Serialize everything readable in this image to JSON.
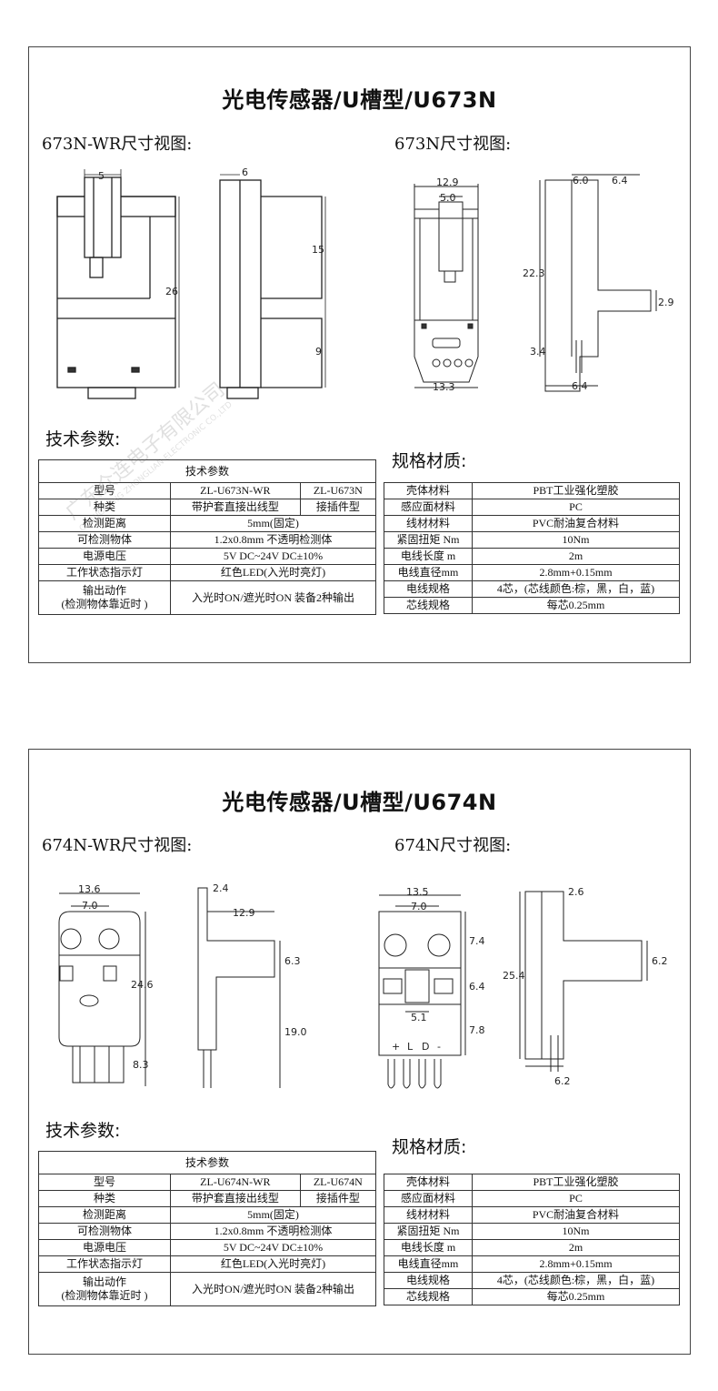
{
  "sections": [
    {
      "title": "光电传感器/U槽型/U673N",
      "left_view_label": "673N-WR尺寸视图:",
      "right_view_label": "673N尺寸视图:",
      "tech_heading": "技术参数:",
      "mat_heading": "规格材质:",
      "dims_left": [
        "5",
        "6",
        "26",
        "15",
        "9"
      ],
      "dims_right": [
        "12.9",
        "5.0",
        "22.3",
        "13.3",
        "6.0",
        "6.4",
        "2.9",
        "3.4",
        "6.4"
      ],
      "tech_table": {
        "caption": "技术参数",
        "rows": [
          [
            "型号",
            "ZL-U673N-WR",
            "ZL-U673N"
          ],
          [
            "种类",
            "带护套直接出线型",
            "接插件型"
          ],
          [
            "检测距离",
            "5mm(固定)"
          ],
          [
            "可检测物体",
            "1.2x0.8mm  不透明检测体"
          ],
          [
            "电源电压",
            "5V DC~24V DC±10%"
          ],
          [
            "工作状态指示灯",
            "红色LED(入光时亮灯)"
          ],
          [
            "输出动作\n(检测物体靠近时 )",
            "入光时ON/遮光时ON  装备2种输出"
          ]
        ]
      },
      "mat_table": [
        [
          "壳体材料",
          "PBT工业强化塑胶"
        ],
        [
          "感应面材料",
          "PC"
        ],
        [
          "线材材料",
          "PVC耐油复合材料"
        ],
        [
          "紧固扭矩  Nm",
          "10Nm"
        ],
        [
          "电线长度  m",
          "2m"
        ],
        [
          "电线直径mm",
          "2.8mm+0.15mm"
        ],
        [
          "电线规格",
          "4芯，(芯线颜色:棕，黑，白，蓝)"
        ],
        [
          "芯线规格",
          "每芯0.25mm"
        ]
      ]
    },
    {
      "title": "光电传感器/U槽型/U674N",
      "left_view_label": "674N-WR尺寸视图:",
      "right_view_label": "674N尺寸视图:",
      "tech_heading": "技术参数:",
      "mat_heading": "规格材质:",
      "dims_left": [
        "13.6",
        "7.0",
        "24.6",
        "8.3",
        "2.4",
        "12.9",
        "6.3",
        "19.0"
      ],
      "dims_right": [
        "13.5",
        "7.0",
        "7.4",
        "6.4",
        "5.1",
        "7.8",
        "25.4",
        "2.6",
        "6.2",
        "6.2"
      ],
      "pin_labels": [
        "+",
        "L",
        "D",
        "-"
      ],
      "tech_table": {
        "caption": "技术参数",
        "rows": [
          [
            "型号",
            "ZL-U674N-WR",
            "ZL-U674N"
          ],
          [
            "种类",
            "带护套直接出线型",
            "接插件型"
          ],
          [
            "检测距离",
            "5mm(固定)"
          ],
          [
            "可检测物体",
            "1.2x0.8mm  不透明检测体"
          ],
          [
            "电源电压",
            "5V DC~24V DC±10%"
          ],
          [
            "工作状态指示灯",
            "红色LED(入光时亮灯)"
          ],
          [
            "输出动作\n(检测物体靠近时 )",
            "入光时ON/遮光时ON  装备2种输出"
          ]
        ]
      },
      "mat_table": [
        [
          "壳体材料",
          "PBT工业强化塑胶"
        ],
        [
          "感应面材料",
          "PC"
        ],
        [
          "线材材料",
          "PVC耐油复合材料"
        ],
        [
          "紧固扭矩  Nm",
          "10Nm"
        ],
        [
          "电线长度  m",
          "2m"
        ],
        [
          "电线直径mm",
          "2.8mm+0.15mm"
        ],
        [
          "电线规格",
          "4芯，(芯线颜色:棕，黑，白，蓝)"
        ],
        [
          "芯线规格",
          "每芯0.25mm"
        ]
      ]
    }
  ],
  "watermark": {
    "cn": "广东众连电子有限公司",
    "en": "GUANGDONG ZHONGLIAN ELECTRONIC CO.,LTD"
  }
}
